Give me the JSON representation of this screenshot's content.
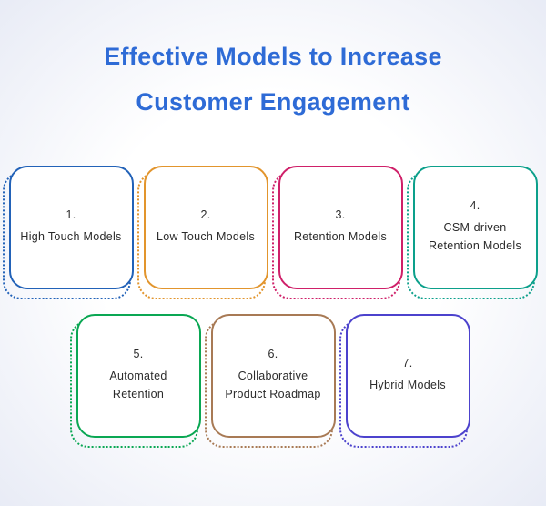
{
  "title": {
    "line1": "Effective Models to Increase",
    "line2": "Customer Engagement",
    "color": "#2e6bd6"
  },
  "background": {
    "center_color": "#ffffff",
    "edge_color": "#e2e6f3"
  },
  "cards": [
    {
      "number": "1.",
      "label": "High Touch Models",
      "color": "#2262b8"
    },
    {
      "number": "2.",
      "label": "Low Touch Models",
      "color": "#e2952d"
    },
    {
      "number": "3.",
      "label": "Retention Models",
      "color": "#cf2069"
    },
    {
      "number": "4.",
      "label": "CSM-driven Retention Models",
      "color": "#0ca08b"
    },
    {
      "number": "5.",
      "label": "Automated Retention",
      "color": "#0aa753"
    },
    {
      "number": "6.",
      "label": "Collaborative Product Roadmap",
      "color": "#a87a55"
    },
    {
      "number": "7.",
      "label": "Hybrid Models",
      "color": "#4c42cd"
    }
  ]
}
